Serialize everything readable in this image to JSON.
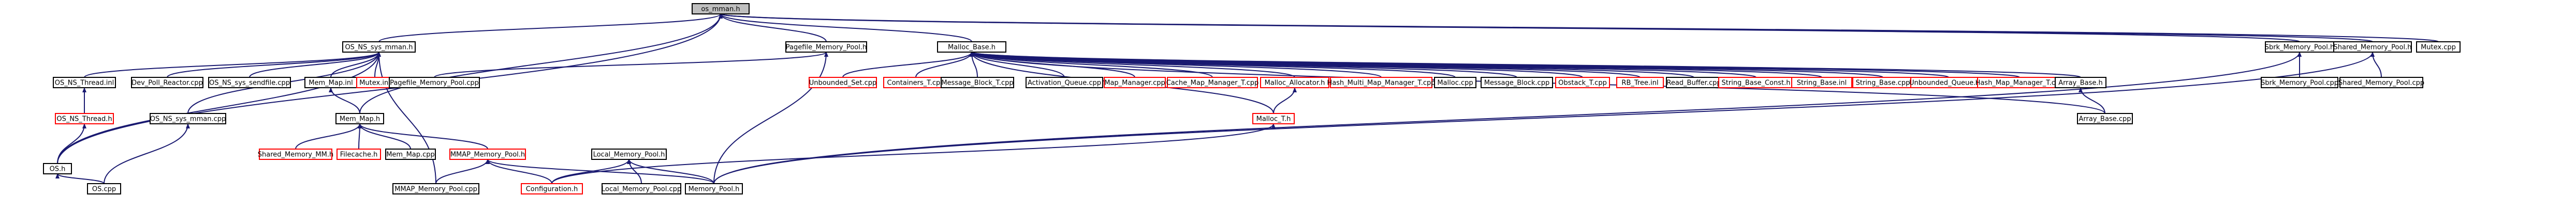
{
  "colors": {
    "edge": "#191970",
    "documented_border": "#000000",
    "undocumented_border": "#ff0000",
    "root_fill": "#bfbfbf",
    "node_fill": "#ffffff",
    "text": "#000000"
  },
  "nodes": [
    {
      "id": "os_mman",
      "label": "os_mman.h",
      "kind": "root"
    },
    {
      "id": "os_ns_sys_mman",
      "label": "OS_NS_sys_mman.h",
      "kind": "doc"
    },
    {
      "id": "pagefile_pool_h",
      "label": "Pagefile_Memory_Pool.h",
      "kind": "doc"
    },
    {
      "id": "malloc_base",
      "label": "Malloc_Base.h",
      "kind": "doc"
    },
    {
      "id": "sbrk_pool_h",
      "label": "Sbrk_Memory_Pool.h",
      "kind": "doc"
    },
    {
      "id": "shared_pool_h",
      "label": "Shared_Memory_Pool.h",
      "kind": "doc"
    },
    {
      "id": "mutex_cpp",
      "label": "Mutex.cpp",
      "kind": "doc"
    },
    {
      "id": "os_ns_thread_inl",
      "label": "OS_NS_Thread.inl",
      "kind": "doc"
    },
    {
      "id": "dev_poll",
      "label": "Dev_Poll_Reactor.cpp",
      "kind": "doc"
    },
    {
      "id": "os_ns_sendfile",
      "label": "OS_NS_sys_sendfile.cpp",
      "kind": "doc"
    },
    {
      "id": "mem_map_inl",
      "label": "Mem_Map.inl",
      "kind": "doc"
    },
    {
      "id": "mutex_inl",
      "label": "Mutex.inl",
      "kind": "undoc"
    },
    {
      "id": "pagefile_pool_cpp",
      "label": "Pagefile_Memory_Pool.cpp",
      "kind": "doc"
    },
    {
      "id": "unbounded_set",
      "label": "Unbounded_Set.cpp",
      "kind": "undoc"
    },
    {
      "id": "containers_t",
      "label": "Containers_T.cpp",
      "kind": "undoc"
    },
    {
      "id": "message_block_t",
      "label": "Message_Block_T.cpp",
      "kind": "doc"
    },
    {
      "id": "activation_queue",
      "label": "Activation_Queue.cpp",
      "kind": "doc"
    },
    {
      "id": "map_manager",
      "label": "Map_Manager.cpp",
      "kind": "undoc"
    },
    {
      "id": "cache_map_manager",
      "label": "Cache_Map_Manager_T.cpp",
      "kind": "undoc"
    },
    {
      "id": "malloc_allocator",
      "label": "Malloc_Allocator.h",
      "kind": "undoc"
    },
    {
      "id": "hash_multi_map",
      "label": "Hash_Multi_Map_Manager_T.cpp",
      "kind": "undoc"
    },
    {
      "id": "malloc_cpp",
      "label": "Malloc.cpp",
      "kind": "doc"
    },
    {
      "id": "message_block_cpp",
      "label": "Message_Block.cpp",
      "kind": "doc"
    },
    {
      "id": "obstack_t",
      "label": "Obstack_T.cpp",
      "kind": "undoc"
    },
    {
      "id": "rb_tree",
      "label": "RB_Tree.inl",
      "kind": "undoc"
    },
    {
      "id": "read_buffer",
      "label": "Read_Buffer.cpp",
      "kind": "doc"
    },
    {
      "id": "string_base_const",
      "label": "String_Base_Const.h",
      "kind": "undoc"
    },
    {
      "id": "string_base_inl",
      "label": "String_Base.inl",
      "kind": "undoc"
    },
    {
      "id": "string_base_cpp",
      "label": "String_Base.cpp",
      "kind": "undoc"
    },
    {
      "id": "unbounded_queue",
      "label": "Unbounded_Queue.cpp",
      "kind": "undoc"
    },
    {
      "id": "hash_map_manager",
      "label": "Hash_Map_Manager_T.cpp",
      "kind": "undoc"
    },
    {
      "id": "array_base_h",
      "label": "Array_Base.h",
      "kind": "doc"
    },
    {
      "id": "sbrk_pool_cpp",
      "label": "Sbrk_Memory_Pool.cpp",
      "kind": "doc"
    },
    {
      "id": "shared_pool_cpp",
      "label": "Shared_Memory_Pool.cpp",
      "kind": "doc"
    },
    {
      "id": "os_ns_thread_h",
      "label": "OS_NS_Thread.h",
      "kind": "undoc"
    },
    {
      "id": "os_ns_sys_mman_cpp",
      "label": "OS_NS_sys_mman.cpp",
      "kind": "doc"
    },
    {
      "id": "mem_map_h",
      "label": "Mem_Map.h",
      "kind": "doc"
    },
    {
      "id": "malloc_t",
      "label": "Malloc_T.h",
      "kind": "undoc"
    },
    {
      "id": "array_base_cpp",
      "label": "Array_Base.cpp",
      "kind": "doc"
    },
    {
      "id": "shared_memory_mm",
      "label": "Shared_Memory_MM.h",
      "kind": "undoc"
    },
    {
      "id": "filecache",
      "label": "Filecache.h",
      "kind": "undoc"
    },
    {
      "id": "mem_map_cpp",
      "label": "Mem_Map.cpp",
      "kind": "doc"
    },
    {
      "id": "mmap_pool_h",
      "label": "MMAP_Memory_Pool.h",
      "kind": "undoc"
    },
    {
      "id": "local_pool_h",
      "label": "Local_Memory_Pool.h",
      "kind": "doc"
    },
    {
      "id": "os_h",
      "label": "OS.h",
      "kind": "doc"
    },
    {
      "id": "mmap_pool_cpp",
      "label": "MMAP_Memory_Pool.cpp",
      "kind": "doc"
    },
    {
      "id": "configuration",
      "label": "Configuration.h",
      "kind": "undoc"
    },
    {
      "id": "local_pool_cpp",
      "label": "Local_Memory_Pool.cpp",
      "kind": "doc"
    },
    {
      "id": "memory_pool",
      "label": "Memory_Pool.h",
      "kind": "doc"
    },
    {
      "id": "os_cpp",
      "label": "OS.cpp",
      "kind": "doc"
    }
  ],
  "edges": [
    [
      "os_ns_sys_mman",
      "os_mman"
    ],
    [
      "pagefile_pool_h",
      "os_mman"
    ],
    [
      "malloc_base",
      "os_mman"
    ],
    [
      "sbrk_pool_h",
      "os_mman"
    ],
    [
      "shared_pool_h",
      "os_mman"
    ],
    [
      "mutex_cpp",
      "os_mman"
    ],
    [
      "mem_map_h",
      "os_mman"
    ],
    [
      "os_h",
      "os_mman"
    ],
    [
      "os_ns_thread_inl",
      "os_ns_sys_mman"
    ],
    [
      "dev_poll",
      "os_ns_sys_mman"
    ],
    [
      "os_ns_sendfile",
      "os_ns_sys_mman"
    ],
    [
      "mem_map_inl",
      "os_ns_sys_mman"
    ],
    [
      "mutex_inl",
      "os_ns_sys_mman"
    ],
    [
      "os_ns_sys_mman_cpp",
      "os_ns_sys_mman"
    ],
    [
      "os_h",
      "os_ns_sys_mman"
    ],
    [
      "mmap_pool_cpp",
      "os_ns_sys_mman"
    ],
    [
      "pagefile_pool_cpp",
      "pagefile_pool_h"
    ],
    [
      "memory_pool",
      "pagefile_pool_h"
    ],
    [
      "unbounded_set",
      "malloc_base"
    ],
    [
      "containers_t",
      "malloc_base"
    ],
    [
      "message_block_t",
      "malloc_base"
    ],
    [
      "activation_queue",
      "malloc_base"
    ],
    [
      "map_manager",
      "malloc_base"
    ],
    [
      "cache_map_manager",
      "malloc_base"
    ],
    [
      "malloc_allocator",
      "malloc_base"
    ],
    [
      "hash_multi_map",
      "malloc_base"
    ],
    [
      "malloc_cpp",
      "malloc_base"
    ],
    [
      "message_block_cpp",
      "malloc_base"
    ],
    [
      "obstack_t",
      "malloc_base"
    ],
    [
      "rb_tree",
      "malloc_base"
    ],
    [
      "read_buffer",
      "malloc_base"
    ],
    [
      "string_base_const",
      "malloc_base"
    ],
    [
      "string_base_inl",
      "malloc_base"
    ],
    [
      "string_base_cpp",
      "malloc_base"
    ],
    [
      "unbounded_queue",
      "malloc_base"
    ],
    [
      "hash_map_manager",
      "malloc_base"
    ],
    [
      "array_base_h",
      "malloc_base"
    ],
    [
      "malloc_t",
      "malloc_base"
    ],
    [
      "array_base_cpp",
      "malloc_base"
    ],
    [
      "sbrk_pool_cpp",
      "sbrk_pool_h"
    ],
    [
      "memory_pool",
      "sbrk_pool_h"
    ],
    [
      "shared_pool_cpp",
      "shared_pool_h"
    ],
    [
      "memory_pool",
      "shared_pool_h"
    ],
    [
      "os_ns_thread_h",
      "os_ns_thread_inl"
    ],
    [
      "os_h",
      "os_ns_thread_h"
    ],
    [
      "os_cpp",
      "os_ns_sys_mman_cpp"
    ],
    [
      "os_cpp",
      "os_h"
    ],
    [
      "mem_map_h",
      "mem_map_inl"
    ],
    [
      "malloc_t",
      "malloc_allocator"
    ],
    [
      "array_base_cpp",
      "array_base_h"
    ],
    [
      "shared_memory_mm",
      "mem_map_h"
    ],
    [
      "filecache",
      "mem_map_h"
    ],
    [
      "mem_map_cpp",
      "mem_map_h"
    ],
    [
      "mmap_pool_h",
      "mem_map_h"
    ],
    [
      "mmap_pool_cpp",
      "mmap_pool_h"
    ],
    [
      "configuration",
      "mmap_pool_h"
    ],
    [
      "memory_pool",
      "mmap_pool_h"
    ],
    [
      "configuration",
      "malloc_t"
    ],
    [
      "local_pool_cpp",
      "local_pool_h"
    ],
    [
      "memory_pool",
      "local_pool_h"
    ],
    [
      "configuration",
      "local_pool_h"
    ]
  ]
}
